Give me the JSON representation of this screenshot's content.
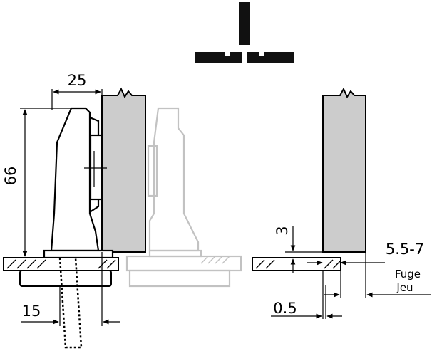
{
  "dimensions": {
    "width_25": "25",
    "height_66": "66",
    "offset_15": "15",
    "depth_3": "3",
    "gap_range": "5.5-7",
    "gap_0_5": "0.5"
  },
  "labels": {
    "fuge": "Fuge",
    "jeu": "Jeu"
  },
  "colors": {
    "panel": "#cccccc",
    "line": "#000000",
    "ghost": "#c2c2c2"
  }
}
